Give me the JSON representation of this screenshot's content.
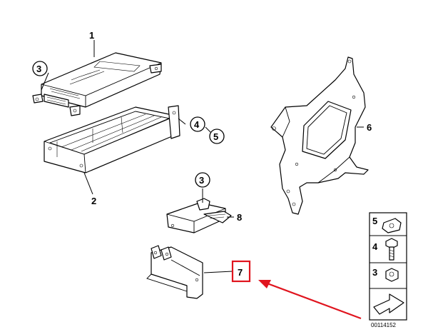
{
  "callouts": {
    "part_1": "1",
    "part_2": "2",
    "part_3_upper": "3",
    "part_3_lower": "3",
    "part_4": "4",
    "part_5": "5",
    "part_6": "6",
    "part_7": "7",
    "part_8": "8"
  },
  "legend": {
    "row_5": "5",
    "row_4": "4",
    "row_3": "3"
  },
  "reference_number": "00114152",
  "colors": {
    "highlight": "#e0141e",
    "line": "#000000"
  }
}
